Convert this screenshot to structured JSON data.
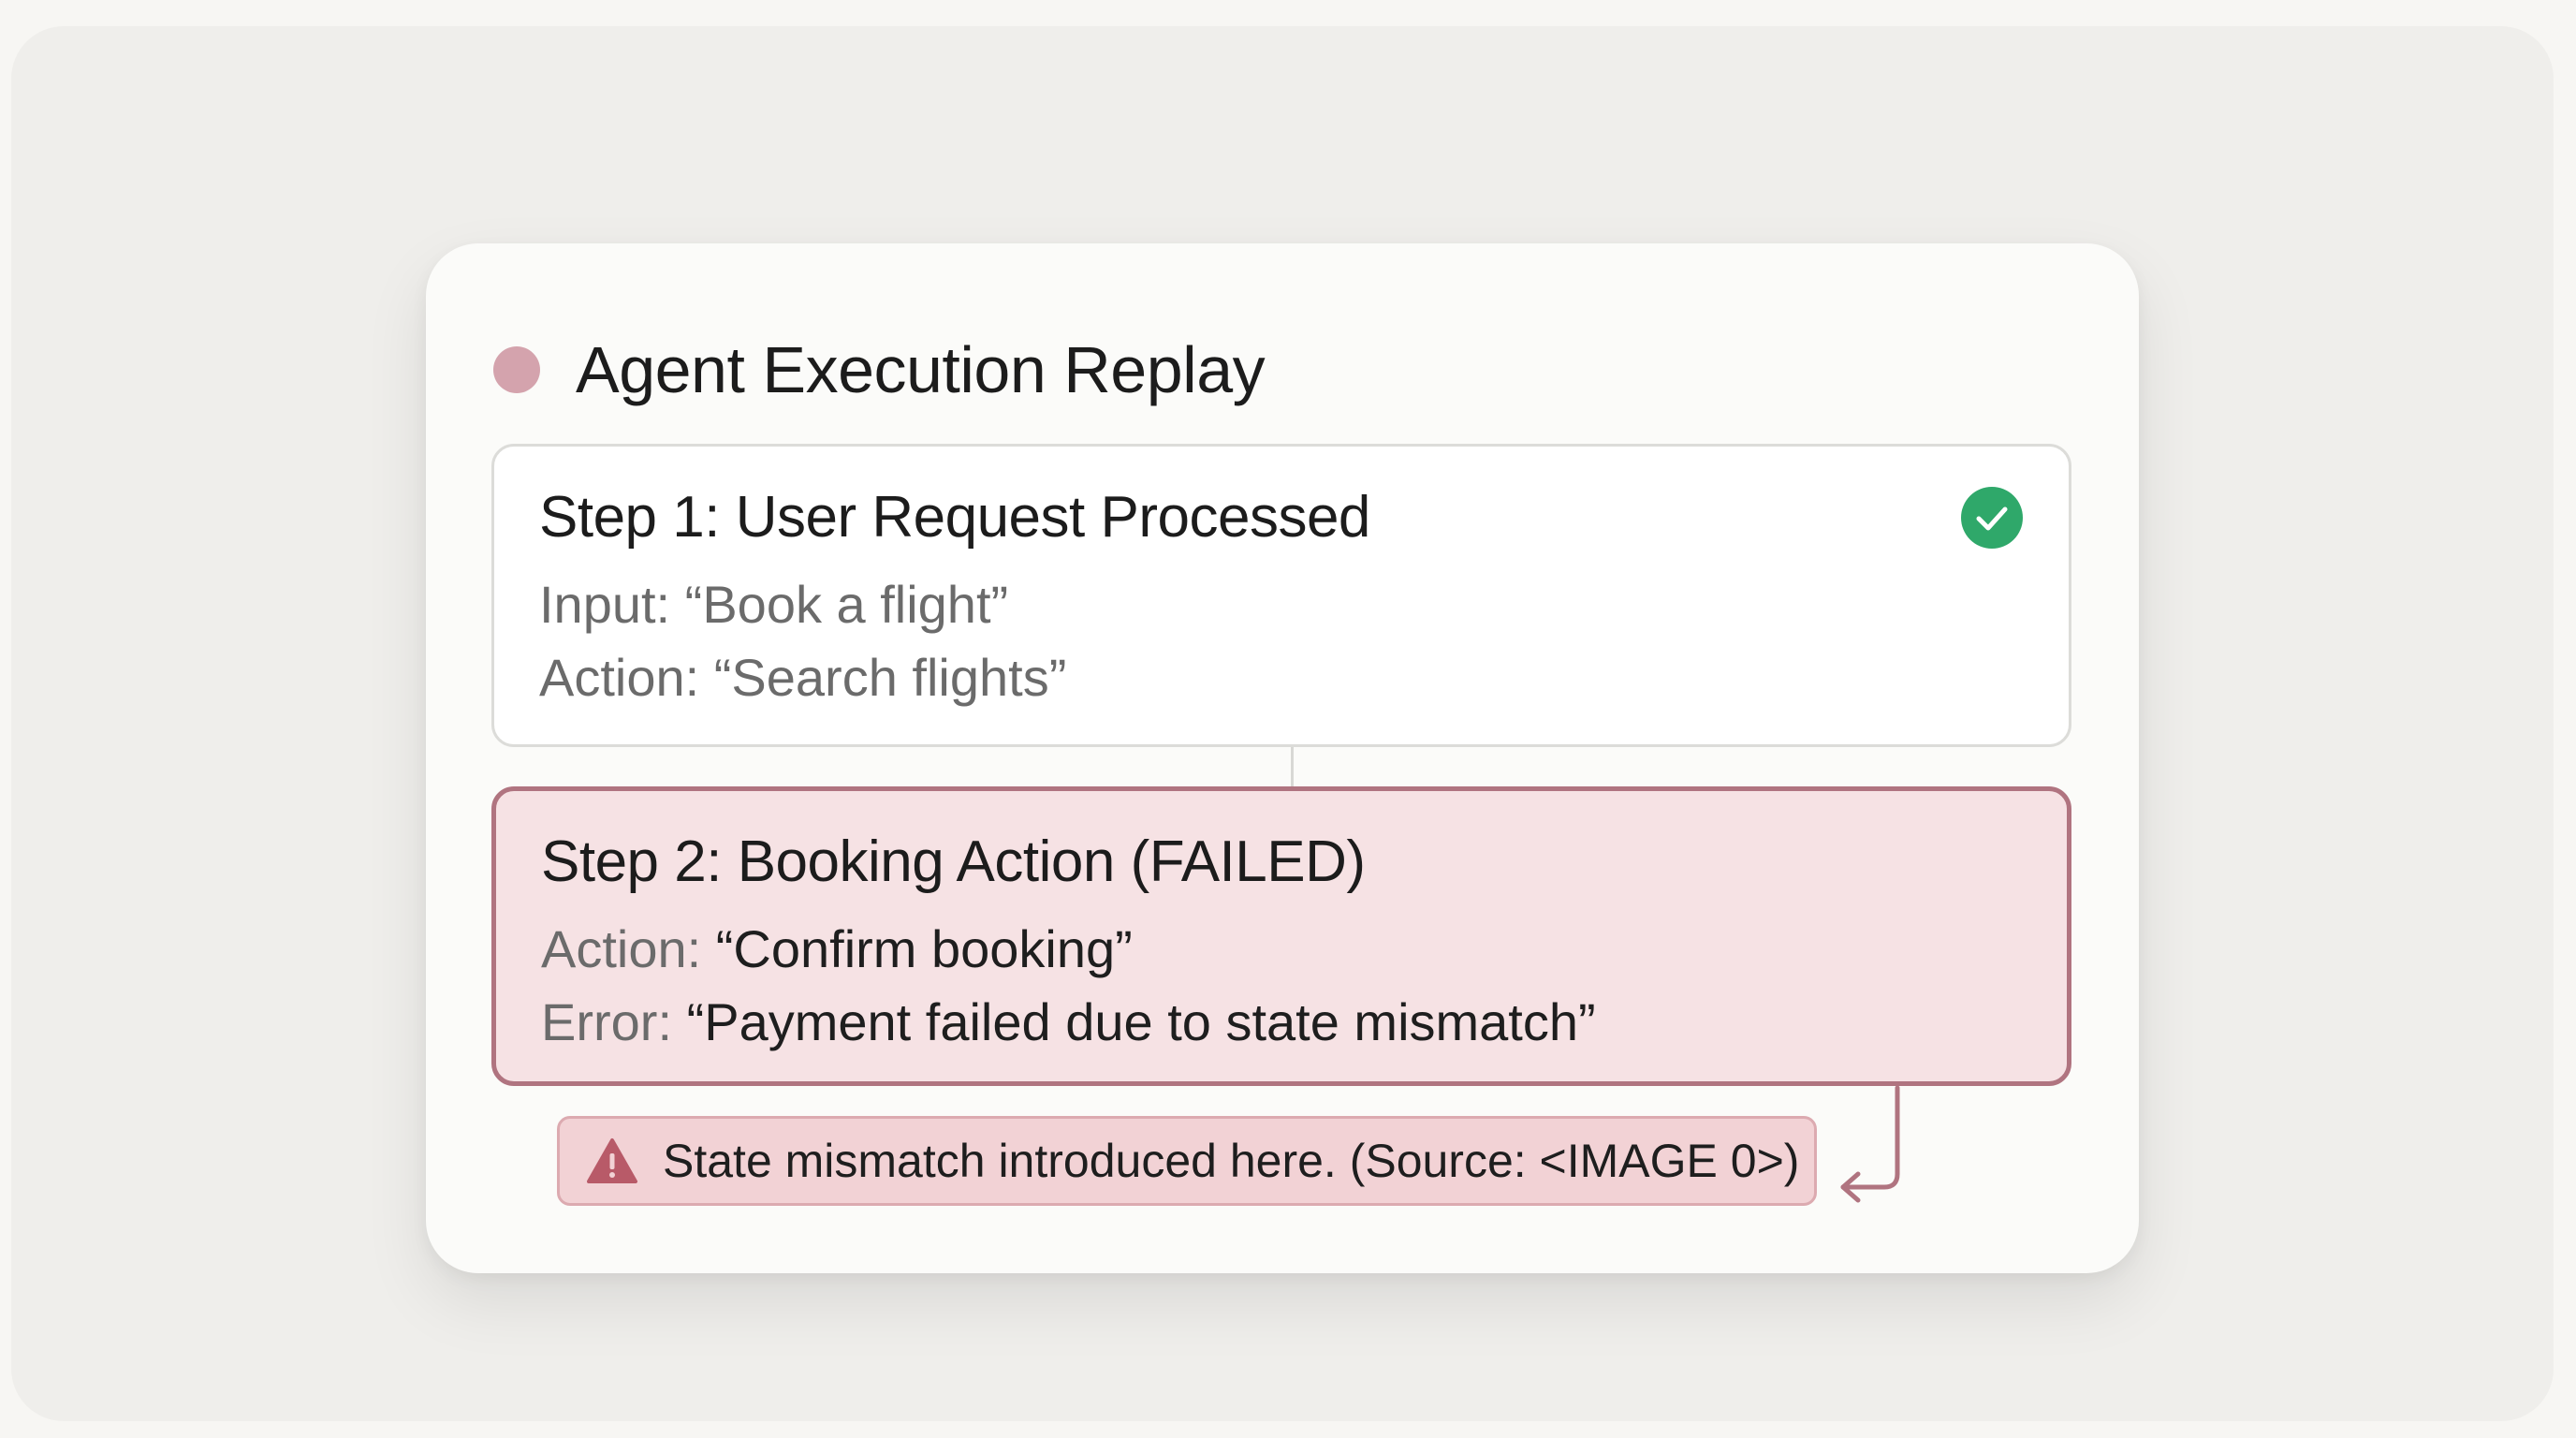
{
  "panel": {
    "title": "Agent Execution Replay"
  },
  "steps": [
    {
      "title": "Step 1: User Request Processed",
      "lines": [
        {
          "label": "Input: ",
          "value": "“Book a flight”"
        },
        {
          "label": "Action: ",
          "value": "“Search flights”"
        }
      ],
      "status": "success",
      "status_icon": "check-circle-icon"
    },
    {
      "title": "Step 2: Booking Action (FAILED)",
      "lines": [
        {
          "label": "Action: ",
          "value": "“Confirm booking”"
        },
        {
          "label": "Error: ",
          "value": "“Payment failed due to state mismatch”"
        }
      ],
      "status": "failed"
    }
  ],
  "annotation": {
    "text": "State mismatch introduced here. (Source: <IMAGE 0>)",
    "icon": "warning-triangle-icon"
  },
  "colors": {
    "success": "#2fa86a",
    "failed_border": "#b07480",
    "failed_fill": "#f6e2e4",
    "warning_fill": "#f2d2d5",
    "warning_icon": "#b85a68",
    "status_dot": "#d4a3ad"
  }
}
